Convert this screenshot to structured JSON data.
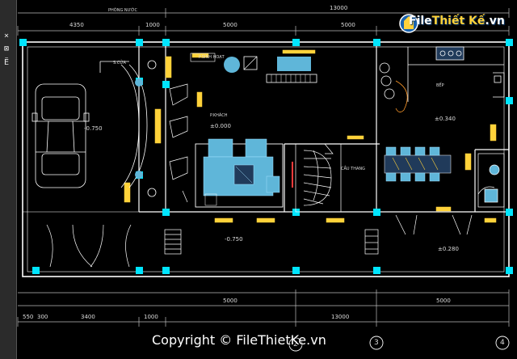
{
  "dimensions": {
    "top_left_span": "4350",
    "top_small_span": "1000",
    "top_middle_span": "5000",
    "top_right_span": "5000",
    "top_total": "13000",
    "bottom_left_span": "3400",
    "bottom_small_span": "1000",
    "bottom_tiny_span": "550",
    "bottom_tiny_span_b": "300",
    "bottom_middle_span": "5000",
    "bottom_right_span": "5000",
    "bottom_total": "13000"
  },
  "room_labels": {
    "top_tag": "PHÒNG NƯỚC",
    "garage_level": "-0.750",
    "porch_tag": "S.CỬA",
    "living_tag": "P.KHÁCH",
    "living_level": "±0.000",
    "music_tag": "P.SINH HOẠT",
    "stair_tag": "CẦU THANG",
    "kitchen_tag": "BẾP",
    "kitchen_level": "±0.340",
    "front_level": "-0.750",
    "yard_level": "±0.280"
  },
  "axis_markers": [
    "2",
    "3",
    "4"
  ],
  "watermark": "Copyright © FileThietKe.vn",
  "logo": {
    "prefix": "File",
    "accent": "Thiết Kế",
    "suffix": ".vn"
  },
  "side_toolbar": [
    "×",
    "⊠",
    "Ë"
  ],
  "colors": {
    "wall": "#ffffff",
    "column": "#00e5ff",
    "dimension": "#e6e6e6",
    "furniture": "#5fb6d9",
    "window": "#ffd23a",
    "door": "#ff3b3b",
    "text": "#dcdcdc"
  }
}
